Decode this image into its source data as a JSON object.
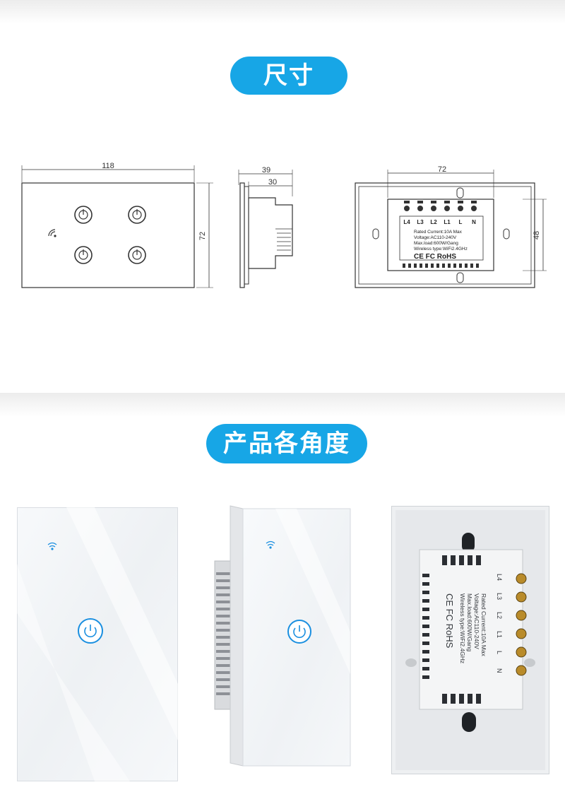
{
  "sections": [
    {
      "title": "尺寸"
    },
    {
      "title": "产品各角度"
    }
  ],
  "dimensions": {
    "front_width": "118",
    "front_height": "72",
    "side_depth_total": "39",
    "side_depth_body": "30",
    "back_width": "72",
    "back_height": "48"
  },
  "back_label": {
    "terminals": [
      "L4",
      "L3",
      "L2",
      "L1",
      "L",
      "N"
    ],
    "lines": [
      "Rated Current:10A Max",
      "Voltage:AC110-240V",
      "Max.load:600W/Gang",
      "Wireless type:WiFi2.4GHz"
    ],
    "marks": "CE FC RoHS"
  },
  "photo_back_label": {
    "terminals": [
      "L4",
      "L3",
      "L2",
      "L1",
      "L",
      "N"
    ],
    "lines": [
      "Rated Current:10A Max",
      "Voltage:AC110-240V",
      "Max.load:600W/Gang",
      "Wireless type:WiFi2.4GHz"
    ],
    "marks": "CE FC RoHS"
  },
  "colors": {
    "accent": "#17a6e6",
    "touch_ring": "#1a8fe0"
  },
  "icons": [
    "wifi-icon",
    "power-icon"
  ]
}
